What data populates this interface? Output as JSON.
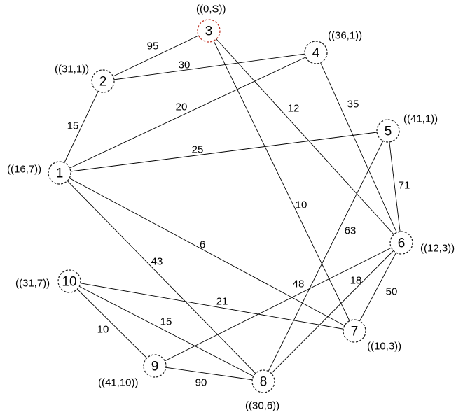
{
  "graph": {
    "nodes": [
      {
        "id": "1",
        "annotation": "((16,7))",
        "source": false
      },
      {
        "id": "2",
        "annotation": "((31,1))",
        "source": false
      },
      {
        "id": "3",
        "annotation": "((0,S))",
        "source": true
      },
      {
        "id": "4",
        "annotation": "((36,1))",
        "source": false
      },
      {
        "id": "5",
        "annotation": "((41,1))",
        "source": false
      },
      {
        "id": "6",
        "annotation": "((12,3))",
        "source": false
      },
      {
        "id": "7",
        "annotation": "((10,3))",
        "source": false
      },
      {
        "id": "8",
        "annotation": "((30,6))",
        "source": false
      },
      {
        "id": "9",
        "annotation": "((41,10))",
        "source": false
      },
      {
        "id": "10",
        "annotation": "((31,7))",
        "source": false
      }
    ],
    "edges": [
      {
        "from": "3",
        "to": "2",
        "weight": "95"
      },
      {
        "from": "2",
        "to": "4",
        "weight": "30"
      },
      {
        "from": "2",
        "to": "1",
        "weight": "15"
      },
      {
        "from": "1",
        "to": "4",
        "weight": "20"
      },
      {
        "from": "3",
        "to": "6",
        "weight": "12"
      },
      {
        "from": "4",
        "to": "6",
        "weight": "35"
      },
      {
        "from": "1",
        "to": "5",
        "weight": "25"
      },
      {
        "from": "5",
        "to": "6",
        "weight": "71"
      },
      {
        "from": "3",
        "to": "7",
        "weight": "10"
      },
      {
        "from": "5",
        "to": "8",
        "weight": "63"
      },
      {
        "from": "1",
        "to": "7",
        "weight": "6"
      },
      {
        "from": "1",
        "to": "8",
        "weight": "43"
      },
      {
        "from": "6",
        "to": "9",
        "weight": "48"
      },
      {
        "from": "6",
        "to": "8",
        "weight": "18"
      },
      {
        "from": "6",
        "to": "7",
        "weight": "50"
      },
      {
        "from": "10",
        "to": "7",
        "weight": "21"
      },
      {
        "from": "10",
        "to": "8",
        "weight": "15"
      },
      {
        "from": "10",
        "to": "9",
        "weight": "10"
      },
      {
        "from": "9",
        "to": "8",
        "weight": "90"
      }
    ]
  },
  "colors": {
    "edge": "#000000",
    "node_border": "#222222",
    "source_node_border": "#c0392b",
    "text": "#000000"
  }
}
